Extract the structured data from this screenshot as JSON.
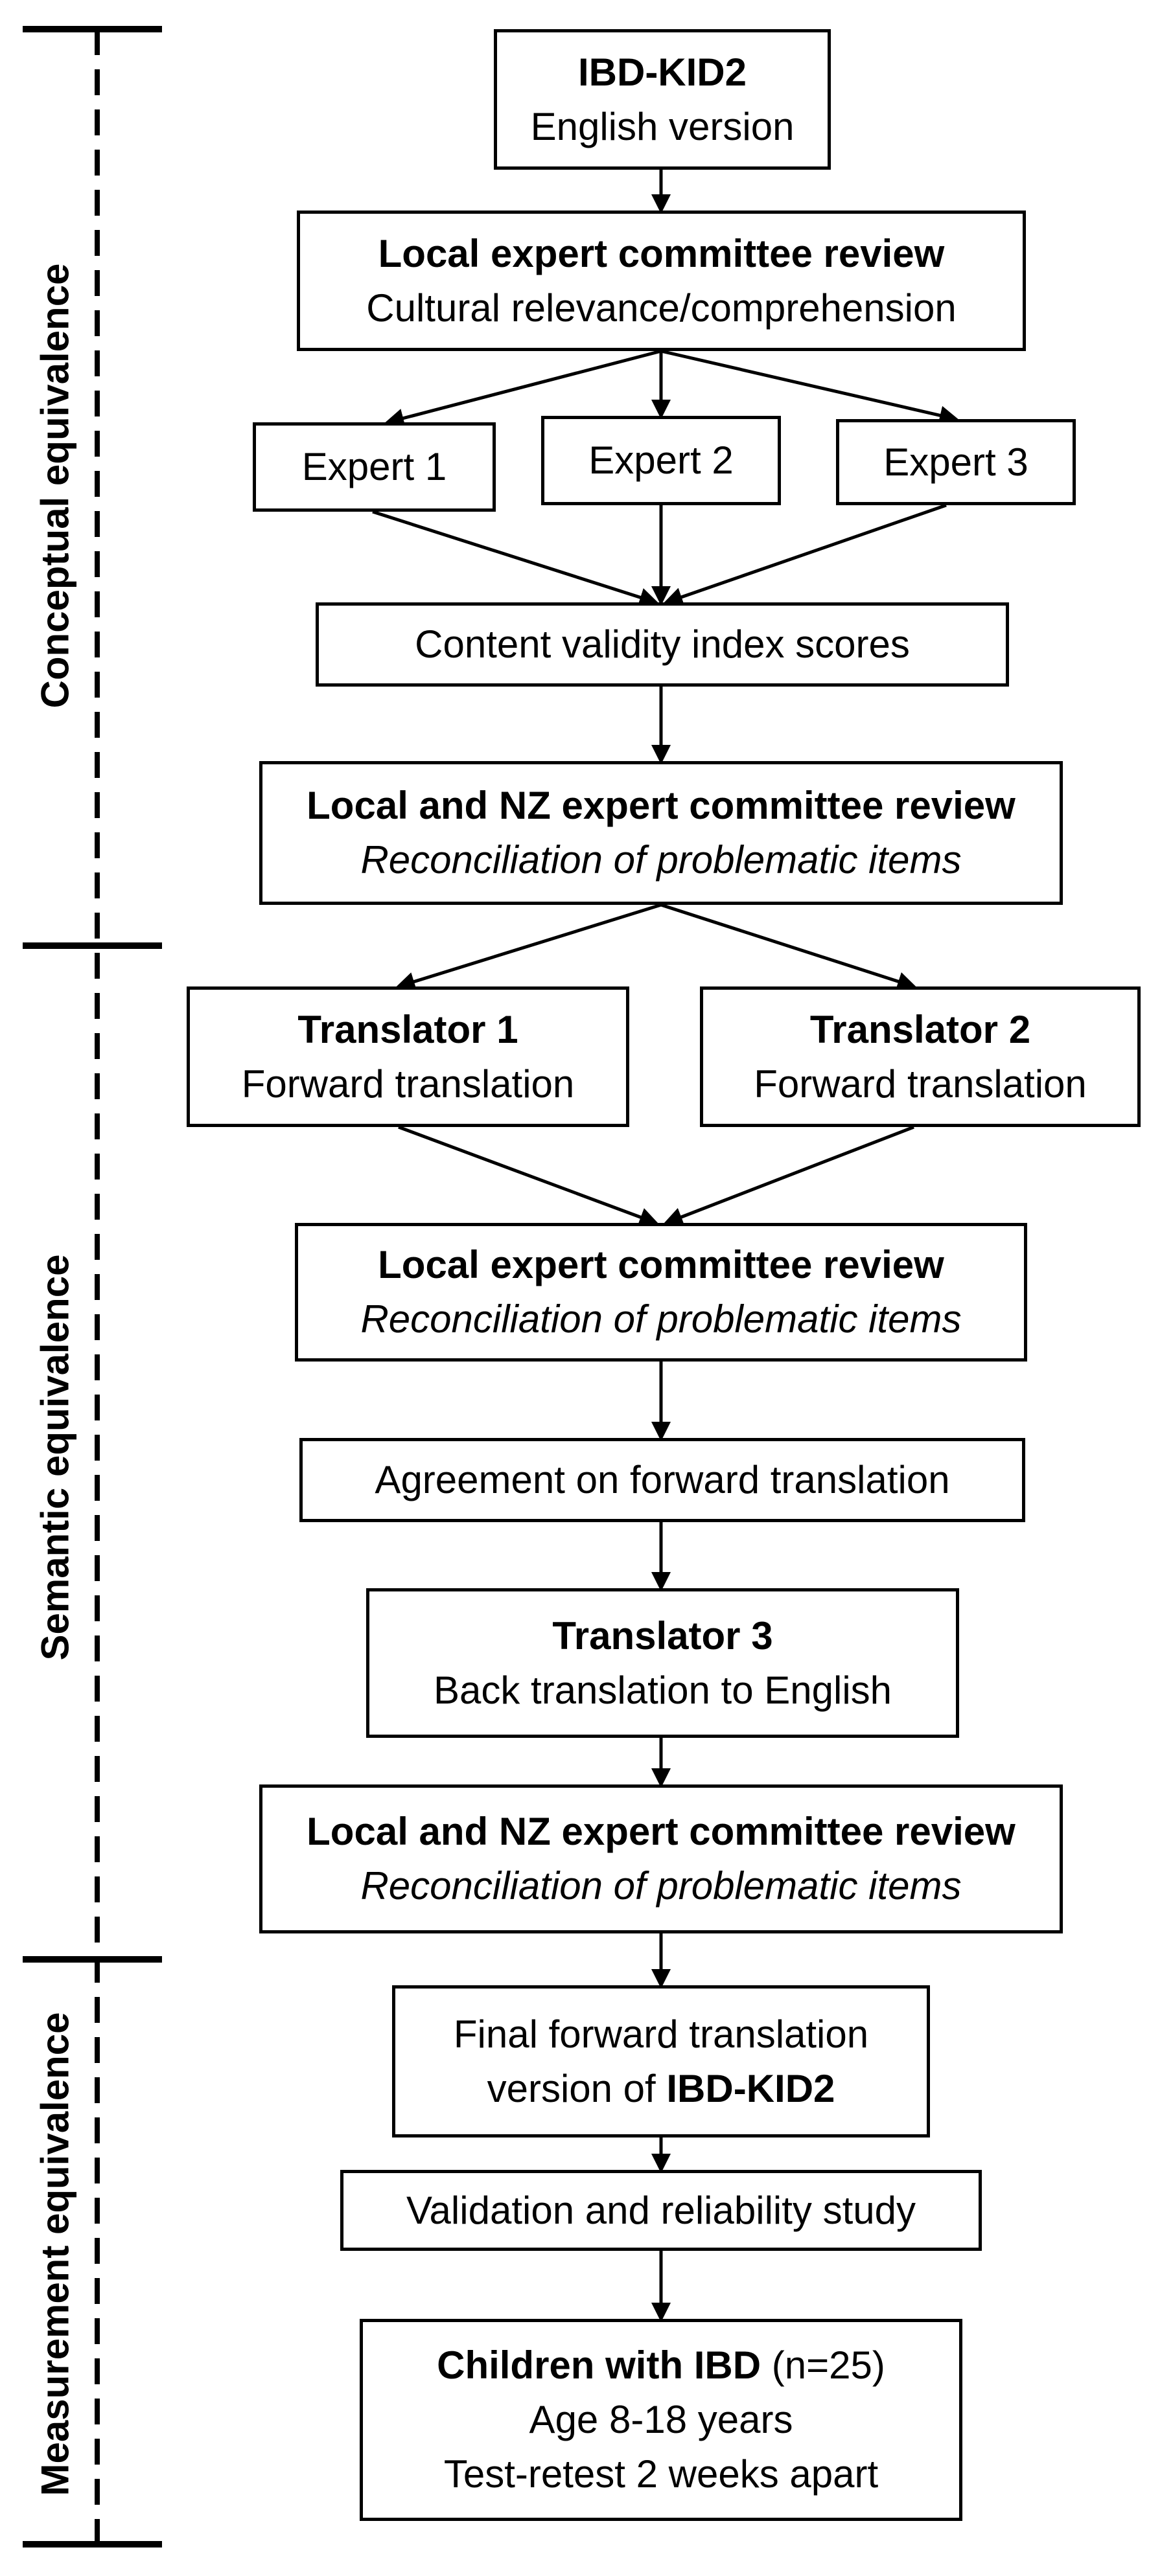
{
  "phases": [
    {
      "label": "Conceptual  equivalence"
    },
    {
      "label": "Semantic equivalence"
    },
    {
      "label": "Measurement equivalence"
    }
  ],
  "nodes": {
    "start": {
      "title": "IBD-KID2",
      "sub": "English version"
    },
    "local_review_1": {
      "title": "Local expert committee review",
      "sub": "Cultural relevance/comprehension"
    },
    "expert1": {
      "text": "Expert 1"
    },
    "expert2": {
      "text": "Expert 2"
    },
    "expert3": {
      "text": "Expert 3"
    },
    "cvi": {
      "text": "Content validity index scores"
    },
    "nz_review_1": {
      "title": "Local and NZ expert committee review",
      "sub": "Reconciliation of problematic items"
    },
    "translator1": {
      "title": "Translator 1",
      "sub": "Forward translation"
    },
    "translator2": {
      "title": "Translator 2",
      "sub": "Forward translation"
    },
    "local_review_2": {
      "title": "Local expert committee review",
      "sub": "Reconciliation of problematic items"
    },
    "agreement": {
      "text": "Agreement on forward translation"
    },
    "translator3": {
      "title": "Translator 3",
      "sub": "Back translation to English"
    },
    "nz_review_2": {
      "title": "Local and NZ expert committee review",
      "sub": "Reconciliation of problematic items"
    },
    "final": {
      "line1": "Final forward translation",
      "line2_prefix": "version of ",
      "line2_bold": "IBD-KID2"
    },
    "validation": {
      "text": "Validation and reliability study"
    },
    "children": {
      "title": "Children with IBD",
      "title_suffix": " (n=25)",
      "line2": "Age 8-18 years",
      "line3": "Test-retest 2 weeks apart"
    }
  }
}
